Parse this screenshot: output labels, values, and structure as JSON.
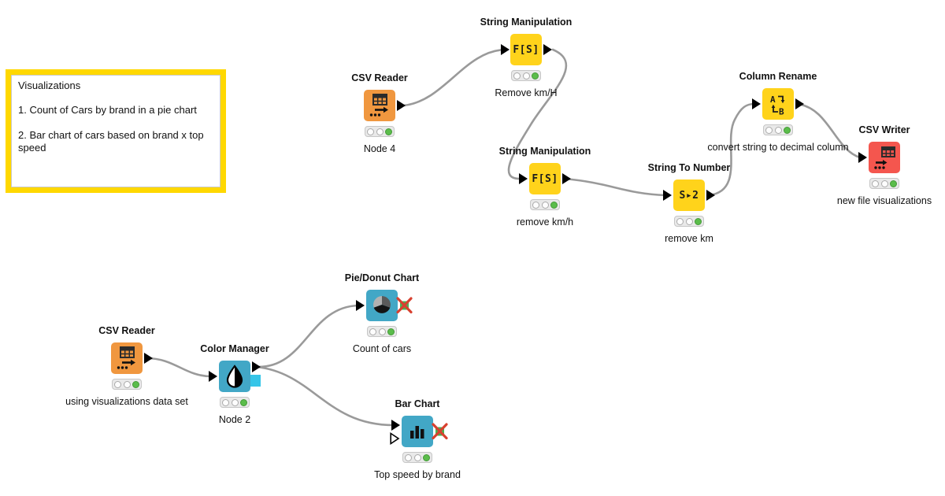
{
  "annotation": {
    "title": "Visualizations",
    "item1": "1. Count of Cars by brand in a pie chart",
    "item2": "2. Bar chart of cars based on brand x top speed"
  },
  "nodes": [
    {
      "label": "CSV Reader",
      "sublabel": "Node 4",
      "status": "executed"
    },
    {
      "label": "String Manipulation",
      "sublabel": "Remove km/H",
      "icon_text": "F[S]",
      "status": "executed"
    },
    {
      "label": "String Manipulation",
      "sublabel": "remove km/h",
      "icon_text": "F[S]",
      "status": "executed"
    },
    {
      "label": "String To Number",
      "sublabel": "remove km",
      "icon_text": "S▸2",
      "status": "executed"
    },
    {
      "label": "Column Rename",
      "sublabel": "convert string to decimal column",
      "status": "executed"
    },
    {
      "label": "CSV Writer",
      "sublabel": "new file visualizations",
      "status": "executed"
    },
    {
      "label": "CSV Reader",
      "sublabel": "using visualizations data set",
      "status": "executed"
    },
    {
      "label": "Color Manager",
      "sublabel": "Node 2",
      "status": "executed"
    },
    {
      "label": "Pie/Donut Chart",
      "sublabel": "Count of cars",
      "status": "executed"
    },
    {
      "label": "Bar Chart",
      "sublabel": "Top speed by brand",
      "status": "executed"
    }
  ],
  "colors": {
    "reader_orange": "#F0973F",
    "manipulator_yellow": "#FFD31B",
    "writer_red": "#F4564E",
    "visualizer_blue": "#42A7C6",
    "status_green": "#5BBD4B",
    "wire_gray": "#9A9A9A",
    "annotation_yellow": "#FFD800",
    "color_model_port_cyan": "#35C5E8",
    "disabled_port_green": "#4CAF50",
    "disabled_port_x_red": "#D8402F"
  }
}
